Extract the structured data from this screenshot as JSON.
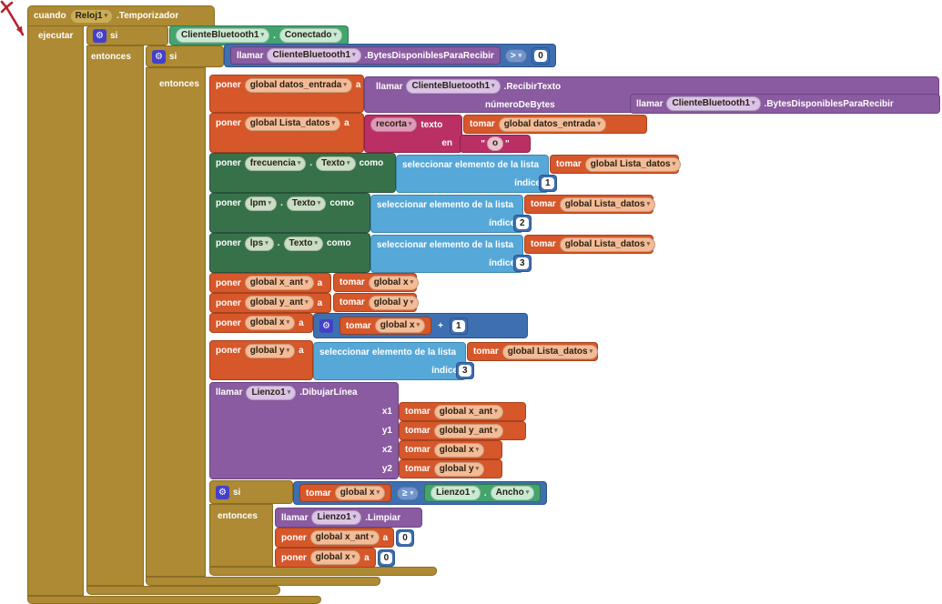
{
  "colors": {
    "control_gold": "#AD8A33",
    "variables_orange": "#D6572A",
    "set_property_green": "#37714A",
    "get_property_green": "#44A46D",
    "method_purple": "#8A5BA0",
    "math_blue": "#3E6FB0",
    "list_blue": "#56A8D8",
    "text_magenta": "#BA3065",
    "mutator_indigo": "#4441C8",
    "annotation_red": "#B5232A",
    "workspace_background": "#FFFFFF"
  },
  "icons": {
    "gear": "⚙",
    "dropdown_arrow": "▾"
  },
  "kw": {
    "cuando": "cuando",
    "ejecutar": "ejecutar",
    "si": "si",
    "entonces": "entonces",
    "poner": "poner",
    "a": "a",
    "llamar": "llamar",
    "tomar": "tomar",
    "como": "como",
    "texto": "texto",
    "en": "en",
    "indice": "índice",
    "numero_de_bytes": "númeroDeBytes",
    "seleccionar": "seleccionar elemento de la lista",
    "x1": "x1",
    "y1": "y1",
    "x2": "x2",
    "y2": "y2",
    "plus": "+",
    "dot": ".",
    "quote": "\""
  },
  "event": {
    "component": "Reloj1",
    "suffix": ".Temporizador"
  },
  "if1": {
    "component": "ClienteBluetooth1",
    "property": "Conectado"
  },
  "if2": {
    "call_component": "ClienteBluetooth1",
    "call_method": ".BytesDisponiblesParaRecibir",
    "op": ">",
    "value": "0"
  },
  "rows": {
    "set_datos": {
      "var": "global datos_entrada",
      "call_component": "ClienteBluetooth1",
      "call_method": ".RecibirTexto",
      "arg_component": "ClienteBluetooth1",
      "arg_method": ".BytesDisponiblesParaRecibir"
    },
    "set_lista": {
      "var": "global Lista_datos",
      "mode": "recorta",
      "src": "global datos_entrada",
      "sep": "o"
    },
    "set_frecuencia": {
      "component": "frecuencia",
      "property": "Texto",
      "list": "global Lista_datos",
      "index": "1"
    },
    "set_lpm": {
      "component": "lpm",
      "property": "Texto",
      "list": "global Lista_datos",
      "index": "2"
    },
    "set_lps": {
      "component": "lps",
      "property": "Texto",
      "list": "global Lista_datos",
      "index": "3"
    },
    "set_x_ant": {
      "var": "global x_ant",
      "src": "global x"
    },
    "set_y_ant": {
      "var": "global y_ant",
      "src": "global y"
    },
    "set_x": {
      "var": "global x",
      "src": "global x",
      "inc": "1"
    },
    "set_y": {
      "var": "global y",
      "list": "global Lista_datos",
      "index": "3"
    },
    "draw": {
      "component": "Lienzo1",
      "method": ".DibujarLínea",
      "a1": "global x_ant",
      "a2": "global y_ant",
      "a3": "global x",
      "a4": "global y"
    },
    "if3": {
      "var": "global x",
      "op": "≥",
      "component": "Lienzo1",
      "property": "Ancho"
    },
    "clear": {
      "component": "Lienzo1",
      "method": ".Limpiar"
    },
    "reset_x_ant": {
      "var": "global x_ant",
      "value": "0"
    },
    "reset_x": {
      "var": "global x",
      "value": "0"
    }
  }
}
